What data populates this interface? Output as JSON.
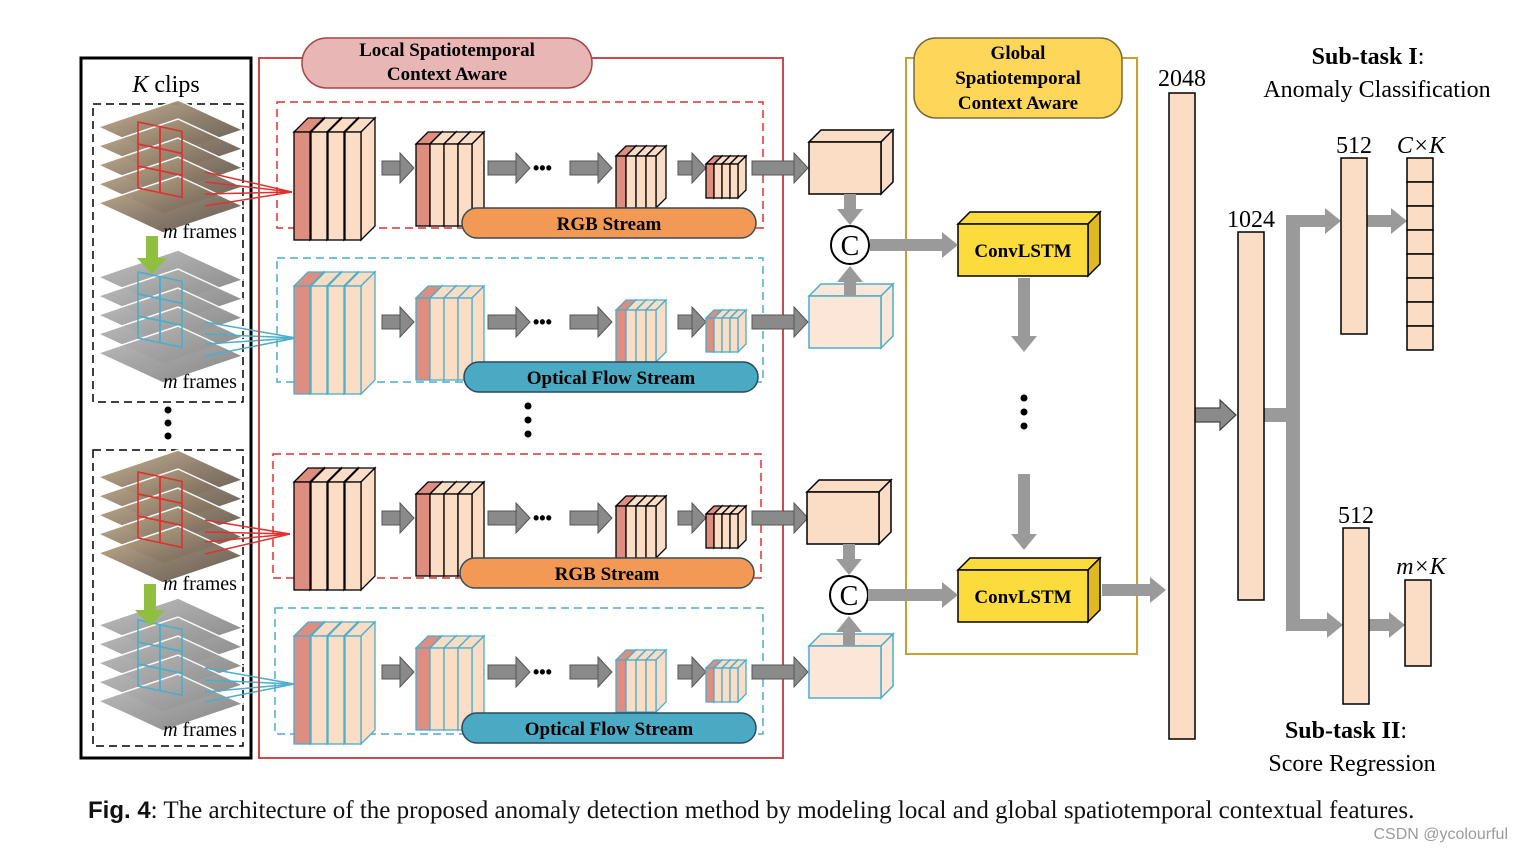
{
  "colors": {
    "rgb_border": "#e03030",
    "flow_border": "#4aaecc",
    "rgb_pill": "#f29a55",
    "flow_pill": "#4aaac4",
    "local_pill": "#e8b6b4",
    "global_pill": "#fdd65a",
    "convlstm": "#fcdc3c",
    "layer_fill": "#fbdcc5",
    "layer_dark": "#dd8e80",
    "arrow_gray": "#8a8a8a",
    "green_arrow": "#8fbf3f",
    "global_border": "#c8a031",
    "local_border": "#c94b4b"
  },
  "labels": {
    "local_title_1": "Local Spatiotemporal",
    "local_title_2": "Context Aware",
    "global_title_1": "Global",
    "global_title_2": "Spatiotemporal",
    "global_title_3": "Context Aware",
    "k_clips": "clips",
    "k_var": "K",
    "m_frames": "frames",
    "m_var": "m",
    "rgb_stream": "RGB Stream",
    "flow_stream": "Optical Flow Stream",
    "concat": "C",
    "convlstm": "ConvLSTM",
    "ellipsis_h": "•••",
    "dim_2048": "2048",
    "dim_1024": "1024",
    "dim_512_top": "512",
    "dim_512_bottom": "512",
    "ck": "C×K",
    "mk": "m×K",
    "subtask1_title": "Sub-task I",
    "subtask1_sep": ":",
    "subtask1_desc": "Anomaly Classification",
    "subtask2_title": "Sub-task II",
    "subtask2_sep": ":",
    "subtask2_desc": "Score Regression"
  },
  "caption": {
    "fig": "Fig. 4",
    "text": ": The architecture of the proposed anomaly detection method by modeling local and global spatiotemporal contextual features."
  },
  "watermark": "CSDN @ycolourful"
}
